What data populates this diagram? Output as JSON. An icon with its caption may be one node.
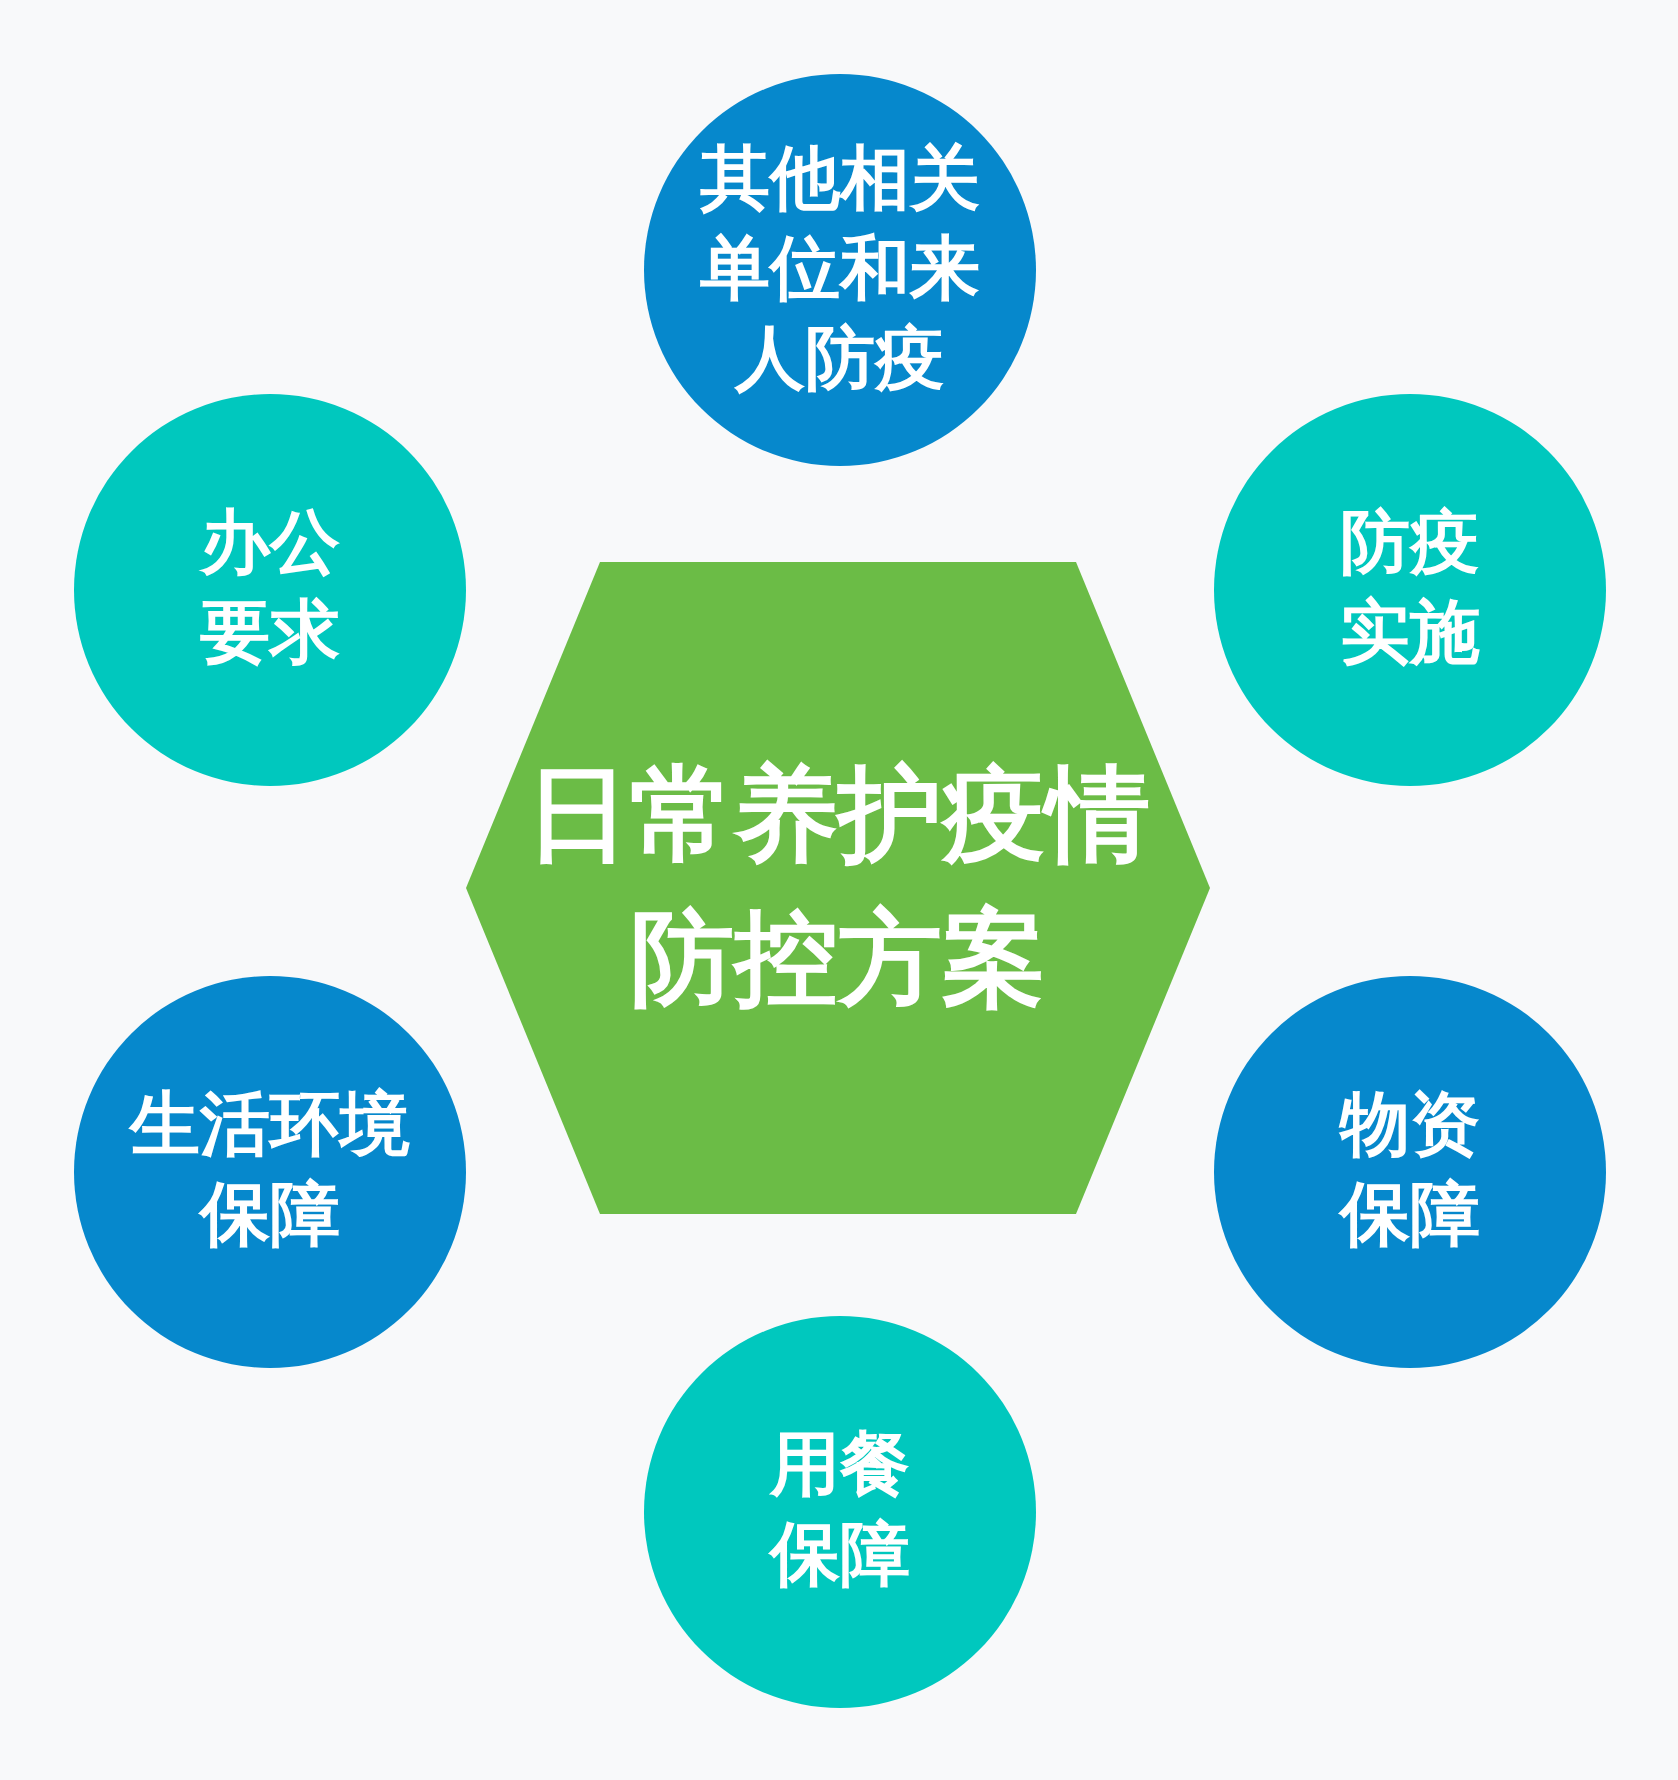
{
  "diagram": {
    "nodes": [
      {
        "text": [
          "其他相关单位和来人防疫"
        ]
      },
      {
        "text": [
          "办公要求"
        ]
      },
      {
        "text": [
          "防疫实施"
        ]
      },
      {
        "text": [
          "日常养护疫情防控方案"
        ]
      },
      {
        "text": [
          "生活环境保障"
        ]
      },
      {
        "text": [
          "物资保障"
        ]
      },
      {
        "text": [
          "用餐保障"
        ]
      }
    ]
  }
}
